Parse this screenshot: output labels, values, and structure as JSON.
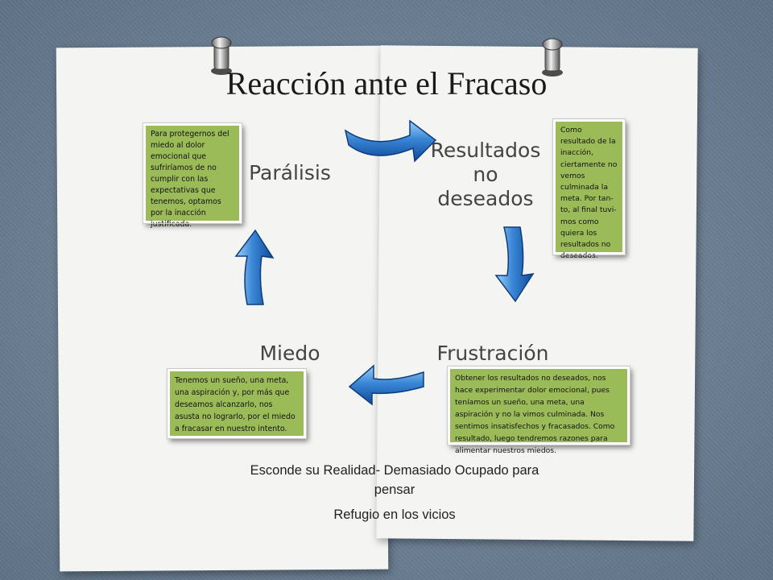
{
  "title": "Reacción ante el Fracaso",
  "stages": {
    "paralisis": "Parálisis",
    "resultados_lines": [
      "Resultados",
      "no",
      "deseados"
    ],
    "miedo": "Miedo",
    "frustracion": "Frustración"
  },
  "notes": {
    "paralisis": "Para protegernos del miedo al dolor emocional que sufriríamos de no cumplir con las expectativas que tenemos, optamos por la inacción justificada.",
    "resultados": "Como resultado de la inacción, ciertamente no vemos culminada la meta.  Por tan-to, al final tuvi-mos como quiera los resultados no deseados.",
    "miedo": "Tenemos un sueño, una meta, una aspiración y, por más que deseamos alcanzarlo, nos asusta no  lograrlo, por el miedo a fracasar en nuestro intento.",
    "frustracion": "Obtener los resultados no deseados, nos hace experimentar dolor emocional, pues teníamos un sueño, una meta, una aspiración y no la vimos culminada. Nos sentimos insatisfechos y fracasados. Como resultado, luego tendremos razones para alimentar nuestros miedos."
  },
  "bottom": {
    "line1": "Esconde su Realidad- Demasiado Ocupado para pensar",
    "line2": "Refugio en los vicios"
  },
  "colors": {
    "note_green": "#9bbb59",
    "arrow_blue": "#2f6fc4",
    "background": "#6f8296",
    "paper": "#f4f4f2"
  },
  "icons": [
    "pushpin-icon",
    "cycle-arrow-icon"
  ]
}
